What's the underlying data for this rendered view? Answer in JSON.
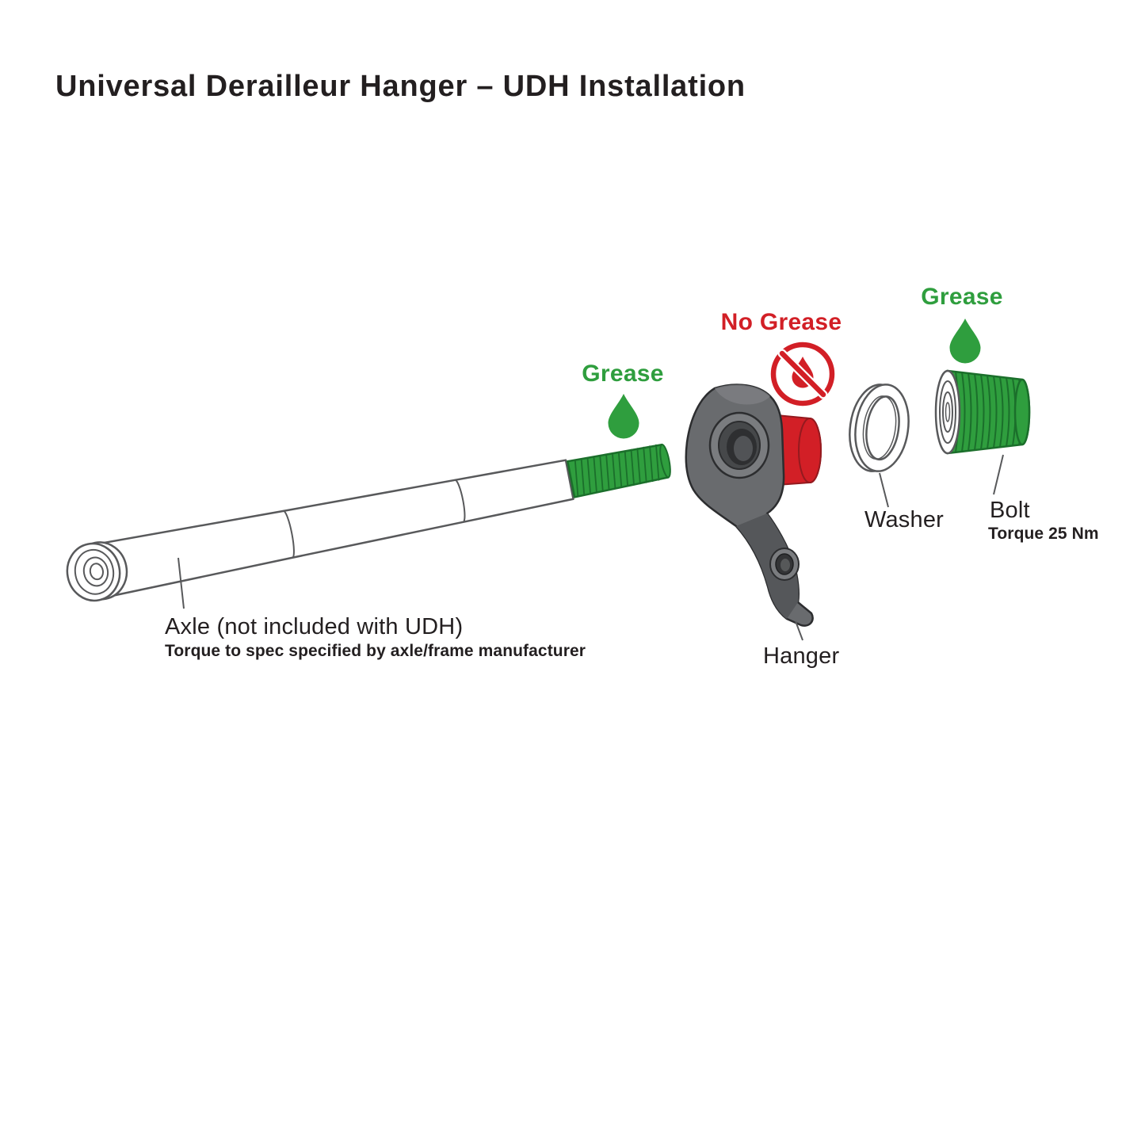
{
  "title": "Universal Derailleur Hanger – UDH Installation",
  "callouts": {
    "grease_axle": {
      "label": "Grease"
    },
    "no_grease": {
      "label": "No Grease"
    },
    "grease_bolt": {
      "label": "Grease"
    }
  },
  "parts": {
    "axle": {
      "label": "Axle (not included with UDH)",
      "note": "Torque to spec specified by axle/frame manufacturer"
    },
    "hanger": {
      "label": "Hanger"
    },
    "washer": {
      "label": "Washer"
    },
    "bolt": {
      "label": "Bolt",
      "note": "Torque 25 Nm"
    }
  },
  "colors": {
    "grease_green": "#2f9e3e",
    "no_grease_red": "#d21f26",
    "text_dark": "#231f20",
    "line_gray": "#58595b",
    "hanger_gray": "#696b6e"
  }
}
